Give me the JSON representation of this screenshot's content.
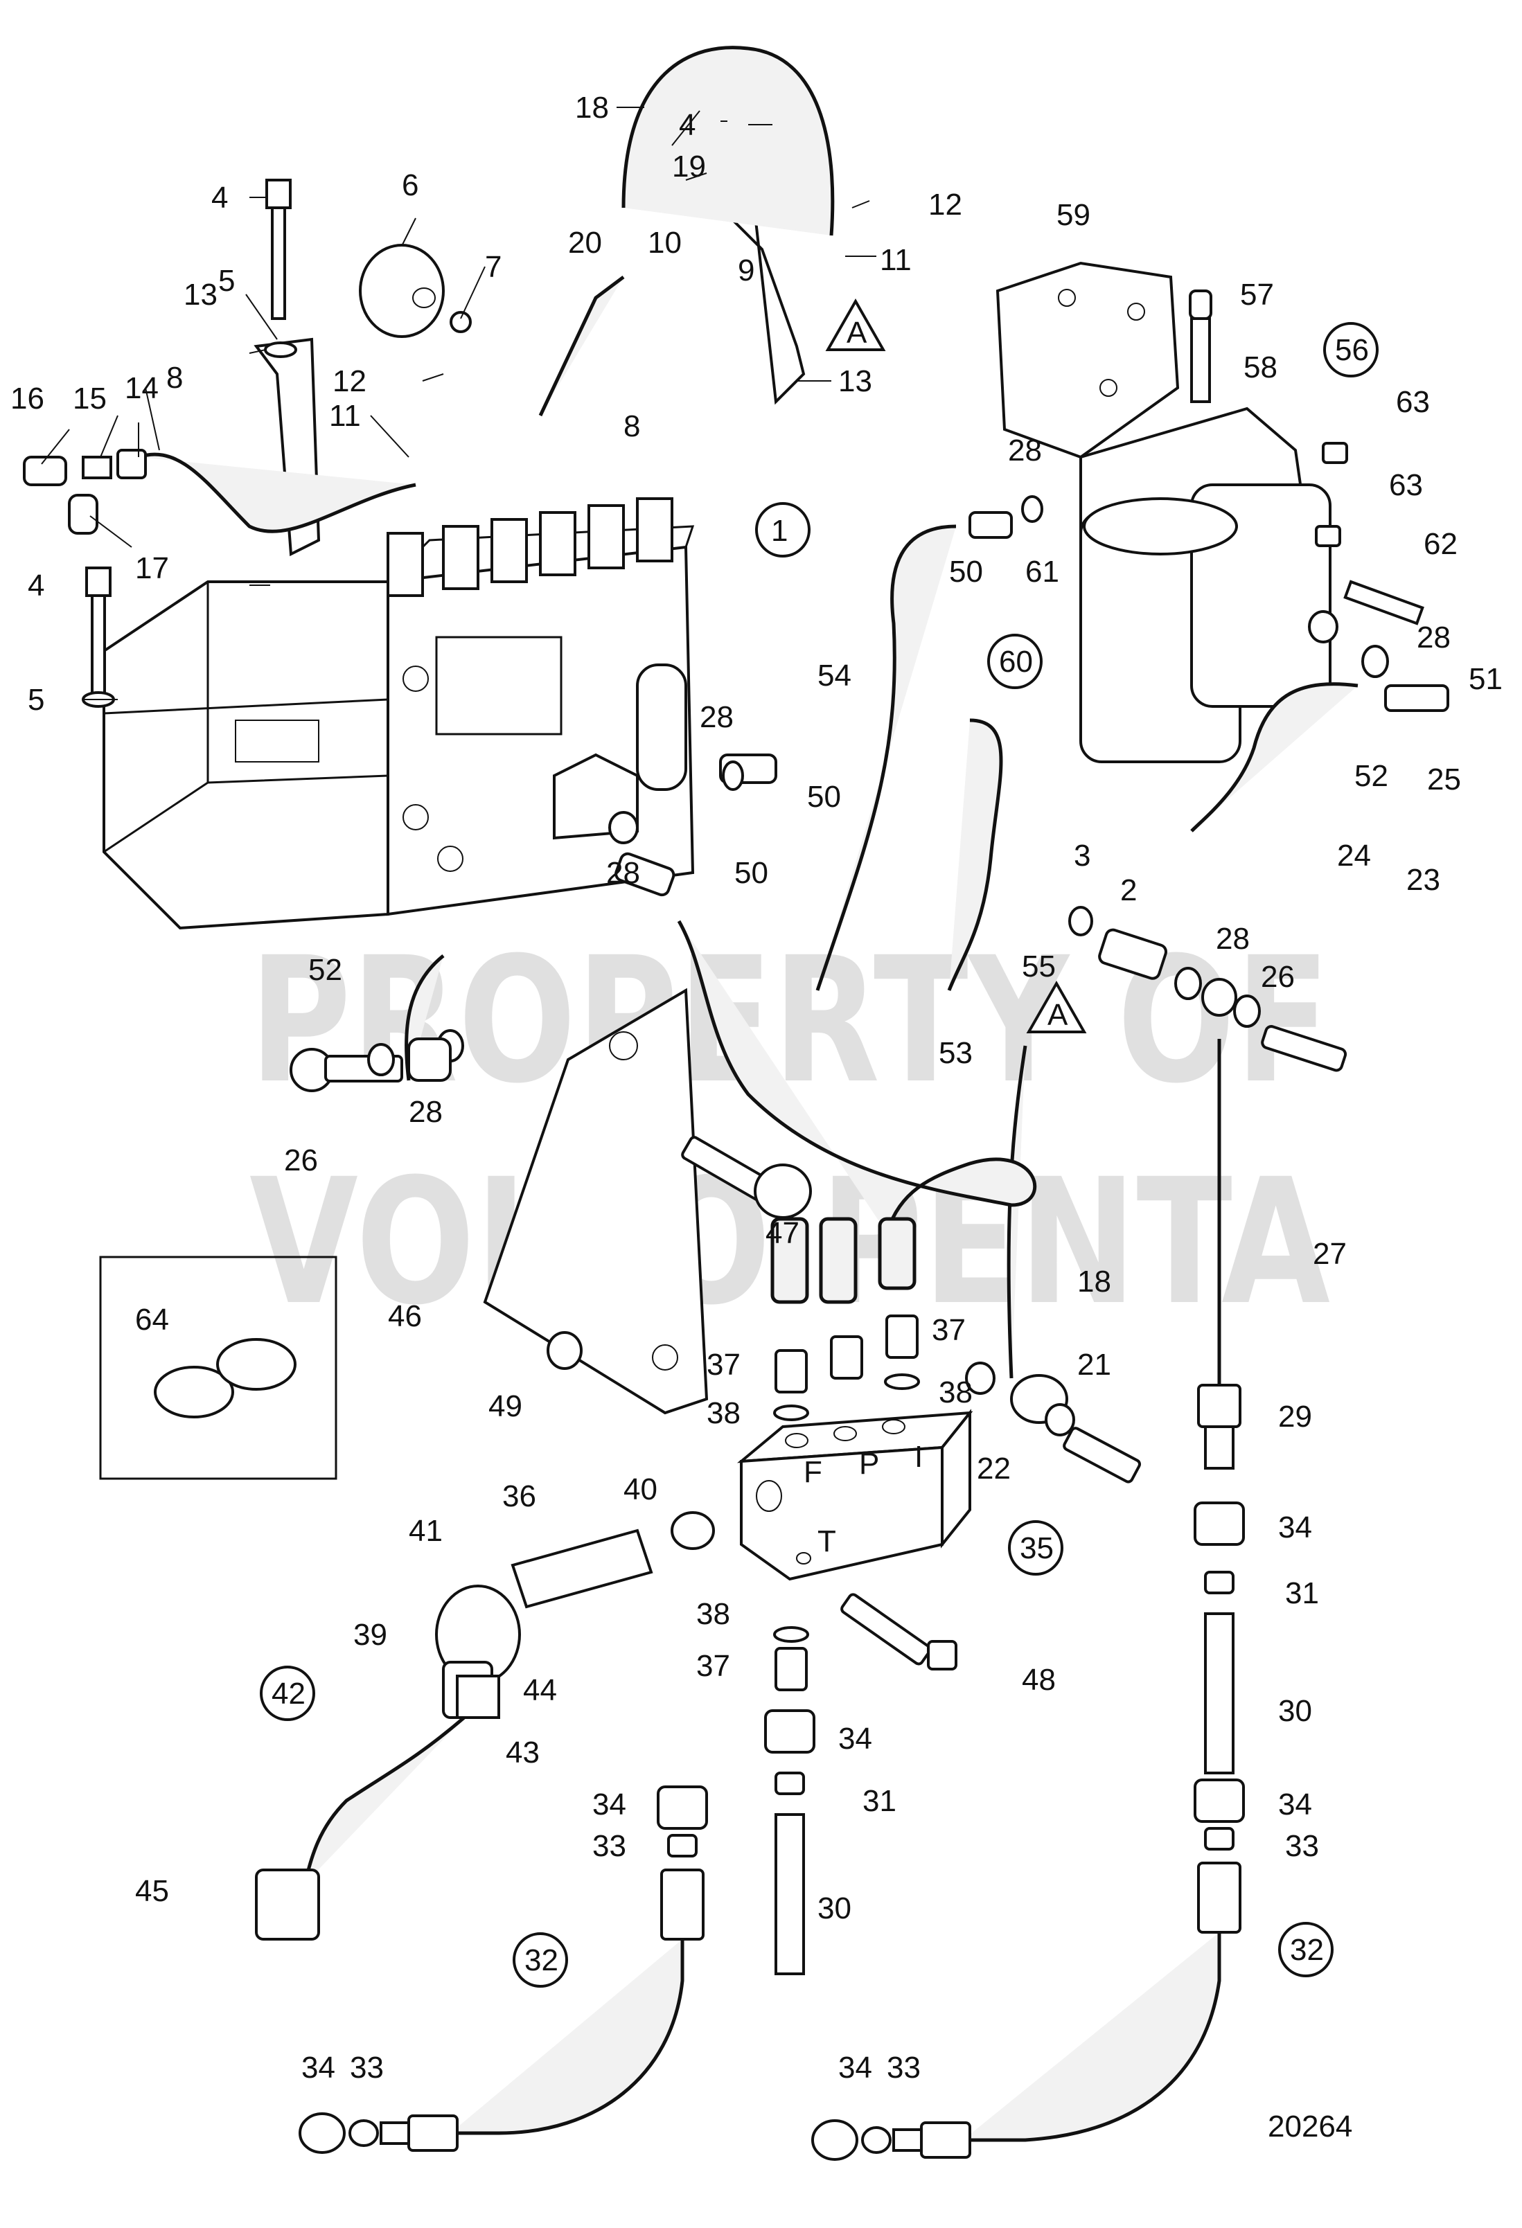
{
  "drawing_number": "20264",
  "watermark": {
    "line1": "PROPERTY OF",
    "line2": "VOLVO PENTA"
  },
  "labels": {
    "l1": "1",
    "l2": "2",
    "l3": "3",
    "l4a": "4",
    "l4b": "4",
    "l4c": "4",
    "l5a": "5",
    "l5b": "5",
    "l6": "6",
    "l7": "7",
    "l8a": "8",
    "l8b": "8",
    "l9": "9",
    "l10": "10",
    "l11a": "11",
    "l11b": "11",
    "l12a": "12",
    "l12b": "12",
    "l13a": "13",
    "l13b": "13",
    "l14": "14",
    "l15": "15",
    "l16": "16",
    "l17": "17",
    "l18a": "18",
    "l18b": "18",
    "l19": "19",
    "l20": "20",
    "l21": "21",
    "l22": "22",
    "l23": "23",
    "l24": "24",
    "l25": "25",
    "l26a": "26",
    "l26b": "26",
    "l27": "27",
    "l28a": "28",
    "l28b": "28",
    "l28c": "28",
    "l28d": "28",
    "l28e": "28",
    "l28f": "28",
    "l29": "29",
    "l30a": "30",
    "l30b": "30",
    "l31a": "31",
    "l31b": "31",
    "l32a": "32",
    "l32b": "32",
    "l33a": "33",
    "l33b": "33",
    "l33c": "33",
    "l33d": "33",
    "l34a": "34",
    "l34b": "34",
    "l34c": "34",
    "l34d": "34",
    "l34e": "34",
    "l34f": "34",
    "l35": "35",
    "l36": "36",
    "l37a": "37",
    "l37b": "37",
    "l37c": "37",
    "l38a": "38",
    "l38b": "38",
    "l38c": "38",
    "l39": "39",
    "l40": "40",
    "l41": "41",
    "l42": "42",
    "l43": "43",
    "l44": "44",
    "l45": "45",
    "l46": "46",
    "l47": "47",
    "l48": "48",
    "l49": "49",
    "l50a": "50",
    "l50b": "50",
    "l50c": "50",
    "l51": "51",
    "l52a": "52",
    "l52b": "52",
    "l53": "53",
    "l54": "54",
    "l55": "55",
    "l56": "56",
    "l57": "57",
    "l58": "58",
    "l59": "59",
    "l60": "60",
    "l61": "61",
    "l62": "62",
    "l63a": "63",
    "l63b": "63",
    "l64": "64",
    "refA1": "A",
    "refA2": "A"
  },
  "block_ports": {
    "f": "F",
    "p": "P",
    "i": "I",
    "t": "T"
  }
}
